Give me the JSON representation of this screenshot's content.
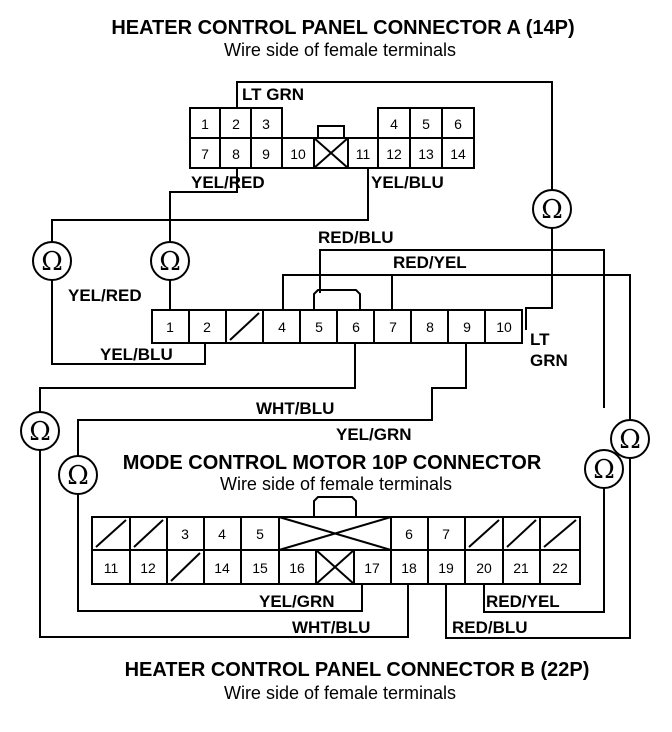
{
  "connector_a": {
    "title": "HEATER CONTROL PANEL CONNECTOR A (14P)",
    "subtitle": "Wire side of female terminals",
    "terminals": [
      "1",
      "2",
      "3",
      "4",
      "5",
      "6",
      "7",
      "8",
      "9",
      "10",
      "11",
      "12",
      "13",
      "14"
    ]
  },
  "motor": {
    "title": "MODE CONTROL MOTOR 10P CONNECTOR",
    "subtitle": "Wire side of female terminals",
    "terminals": [
      "1",
      "2",
      "4",
      "5",
      "6",
      "7",
      "8",
      "9",
      "10"
    ]
  },
  "connector_b": {
    "title": "HEATER CONTROL PANEL CONNECTOR B (22P)",
    "subtitle": "Wire side of female terminals",
    "terminals": [
      "3",
      "4",
      "5",
      "6",
      "7",
      "11",
      "12",
      "14",
      "15",
      "16",
      "17",
      "18",
      "19",
      "20",
      "21",
      "22"
    ]
  },
  "wires": {
    "lt_grn_top": "LT GRN",
    "yel_red_a": "YEL/RED",
    "yel_blu_a": "YEL/BLU",
    "red_blu_top": "RED/BLU",
    "red_yel_top": "RED/YEL",
    "yel_red_left": "YEL/RED",
    "yel_blu_left": "YEL/BLU",
    "lt_1": "LT",
    "lt_2": "GRN",
    "wht_blu_mid": "WHT/BLU",
    "yel_grn_mid": "YEL/GRN",
    "yel_grn_b": "YEL/GRN",
    "wht_blu_b": "WHT/BLU",
    "red_yel_b": "RED/YEL",
    "red_blu_b": "RED/BLU"
  },
  "ohmmeter_symbol": "Ω"
}
